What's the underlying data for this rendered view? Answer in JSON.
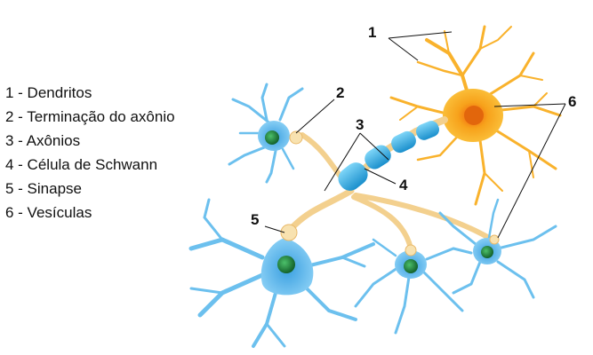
{
  "legend": {
    "items": [
      "1 - Dendritos",
      "2 - Terminação do axônio",
      "3 - Axônios",
      "4 - Célula de Schwann",
      "5 - Sinapse",
      "6 - Vesículas"
    ]
  },
  "callouts": {
    "n1": "1",
    "n2": "2",
    "n3": "3",
    "n4": "4",
    "n5": "5",
    "n6": "6"
  },
  "colors": {
    "orange_neuron": "#f7a21b",
    "orange_nucleus": "#f08c0e",
    "blue_neuron": "#6cc0ee",
    "blue_dark": "#2a8fd0",
    "green_nucleus": "#1f7a3a",
    "axon_tan": "#f3d08e",
    "myelin_cyan": "#38b6e8"
  }
}
